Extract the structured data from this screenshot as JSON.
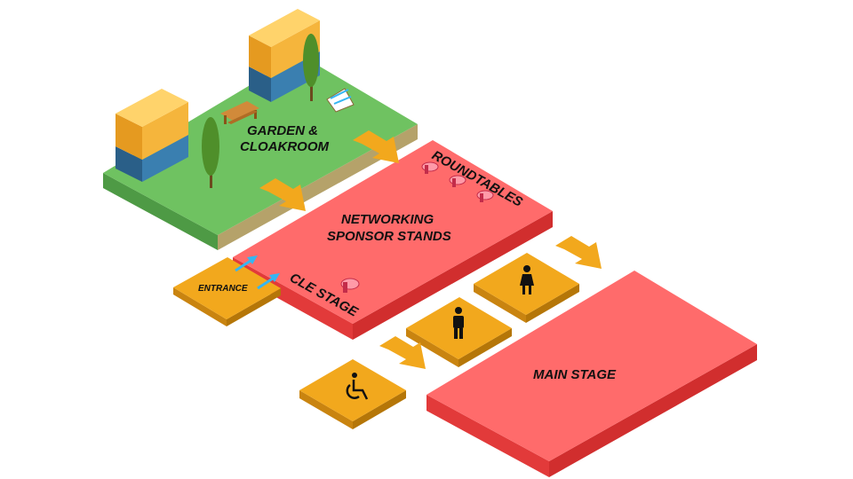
{
  "map": {
    "colors": {
      "grass": "#6fc261",
      "grass_side": "#4e9a45",
      "stage": "#ff6b6b",
      "stage_side": "#e23a3a",
      "orange": "#f2a81d",
      "orange_side": "#c98410",
      "soil": "#b5a26a",
      "arrow_blue": "#35b6f2",
      "container": "#2e6f9e",
      "container_top": "#f5b53c"
    },
    "labels": {
      "garden_line1": "GARDEN &",
      "garden_line2": "CLOAKROOM",
      "roundtables": "ROUNDTABLES",
      "networking_line1": "NETWORKING",
      "networking_line2": "SPONSOR STANDS",
      "entrance": "ENTRANCE",
      "cle_stage": "CLE STAGE",
      "main_stage": "MAIN STAGE"
    },
    "icons": {
      "toilet_female": "female-toilet-icon",
      "toilet_male": "male-toilet-icon",
      "accessible": "wheelchair-icon",
      "tree": "tree-icon",
      "container": "shipping-container-icon",
      "picnic_table": "picnic-table-icon",
      "deck_chair": "deck-chair-icon",
      "round_table": "round-table-icon"
    }
  }
}
